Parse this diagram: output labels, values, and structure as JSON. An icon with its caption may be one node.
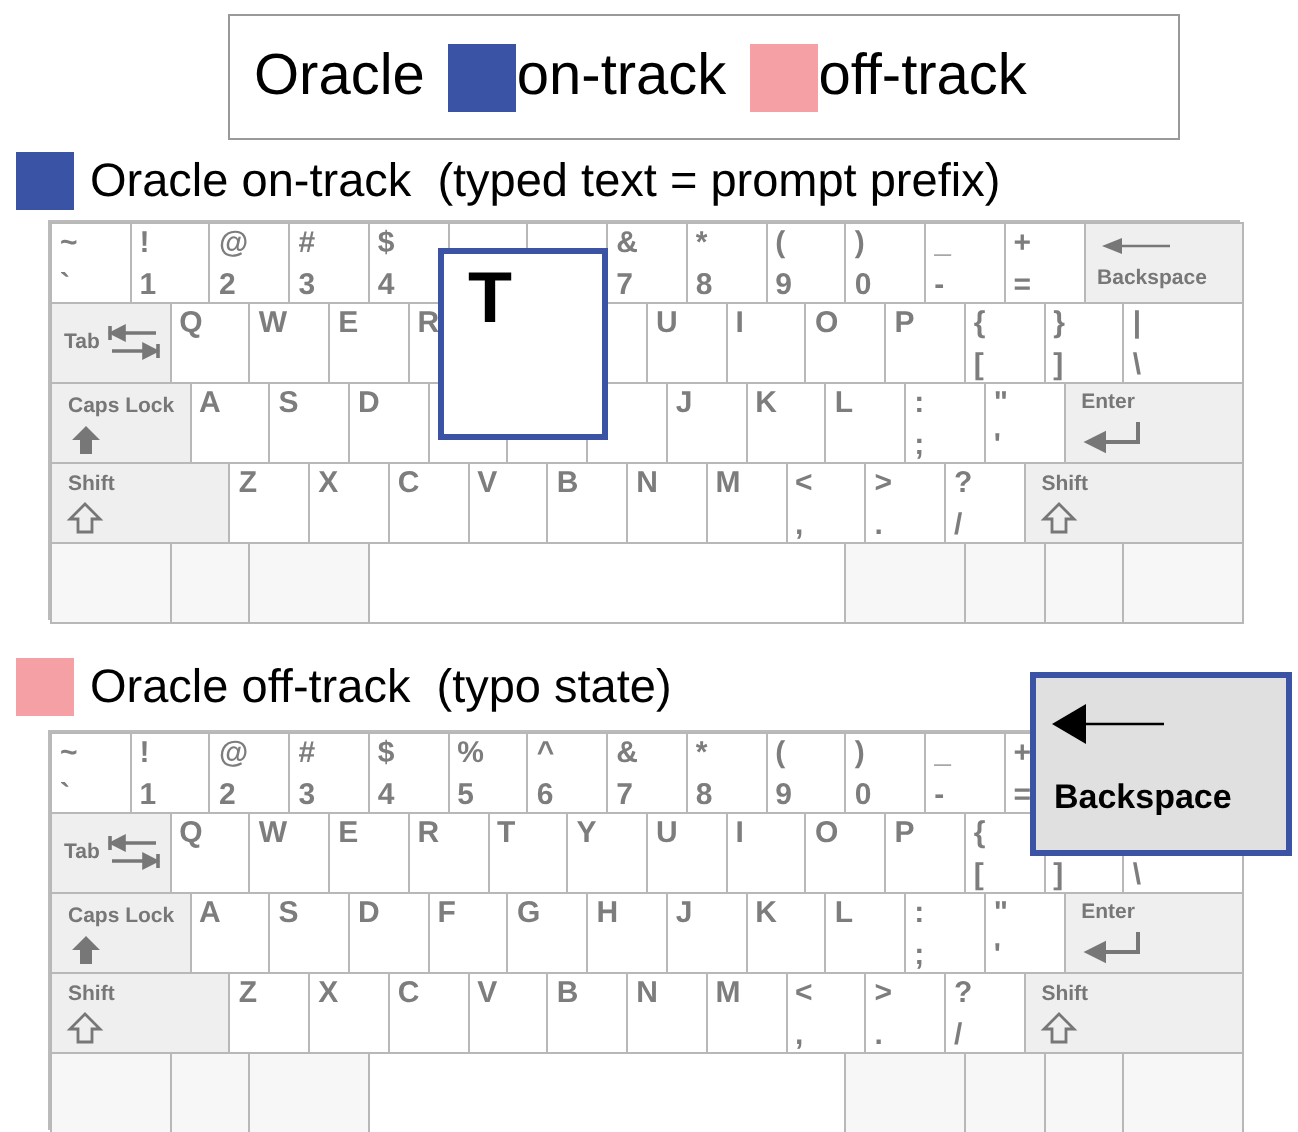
{
  "diagram": {
    "nodes": [
      {
        "text": [],
        "shape": "box"
      },
      {
        "text": [
          "~",
          "`"
        ],
        "in": 0
      },
      {
        "text": [
          "!",
          "1"
        ],
        "in": 0
      },
      {
        "text": [
          "@",
          "2"
        ],
        "in": 0
      },
      {
        "text": [
          "#",
          "3"
        ],
        "in": 0
      },
      {
        "text": [
          "$",
          "4"
        ],
        "in": 0
      },
      {
        "text": [
          "&",
          "7"
        ],
        "in": 0
      },
      {
        "text": [
          "*",
          "8"
        ],
        "in": 0
      },
      {
        "text": [
          "(",
          "9"
        ],
        "in": 0
      },
      {
        "text": [
          ")",
          "0"
        ],
        "in": 0
      },
      {
        "text": [
          "_",
          "-"
        ],
        "in": 0
      },
      {
        "text": [
          "+",
          "="
        ],
        "in": 0
      },
      {
        "text": [
          "Backspace"
        ],
        "in": 0
      },
      {
        "text": [
          "Tab"
        ],
        "in": 0
      },
      {
        "text": [
          "Q"
        ],
        "in": 0
      },
      {
        "text": [
          "W"
        ],
        "in": 0
      },
      {
        "text": [
          "E"
        ],
        "in": 0
      },
      {
        "text": [
          "R"
        ],
        "in": 0
      },
      {
        "text": [
          "U"
        ],
        "in": 0
      },
      {
        "text": [
          "I"
        ],
        "in": 0
      },
      {
        "text": [
          "O"
        ],
        "in": 0
      },
      {
        "text": [
          "P"
        ],
        "in": 0
      },
      {
        "text": [
          "{",
          "["
        ],
        "in": 0
      },
      {
        "text": [
          "}",
          "]"
        ],
        "in": 0
      },
      {
        "text": [
          "|",
          "\\"
        ],
        "in": 0
      },
      {
        "text": [
          "Caps Lock"
        ],
        "in": 0
      },
      {
        "text": [
          "A"
        ],
        "in": 0
      },
      {
        "text": [
          "S"
        ],
        "in": 0
      },
      {
        "text": [
          "D"
        ],
        "in": 0
      },
      {
        "text": [
          "J"
        ],
        "in": 0
      },
      {
        "text": [
          "K"
        ],
        "in": 0
      },
      {
        "text": [
          "L"
        ],
        "in": 0
      },
      {
        "text": [
          ":",
          ";"
        ],
        "in": 0
      },
      {
        "text": [
          "\"",
          "'"
        ],
        "in": 0
      },
      {
        "text": [
          "Enter"
        ],
        "in": 0
      },
      {
        "text": [
          "Shift"
        ],
        "in": 0
      },
      {
        "text": [
          "Z"
        ],
        "in": 0
      },
      {
        "text": [
          "X"
        ],
        "in": 0
      },
      {
        "text": [
          "C"
        ],
        "in": 0
      },
      {
        "text": [
          "V"
        ],
        "in": 0
      },
      {
        "text": [
          "B"
        ],
        "in": 0
      },
      {
        "text": [
          "N"
        ],
        "in": 0
      },
      {
        "text": [
          "M"
        ],
        "in": 0
      },
      {
        "text": [
          "<",
          ","
        ],
        "in": 0
      },
      {
        "text": [
          ">",
          "."
        ],
        "in": 0
      },
      {
        "text": [
          "?",
          "/"
        ],
        "in": 0
      },
      {
        "text": [
          "Shift"
        ],
        "in": 0
      },
      {
        "text": [],
        "shape": "box",
        "in": 0
      },
      {
        "text": [],
        "shape": "box",
        "in": 0
      },
      {
        "text": [],
        "shape": "box",
        "in": 0
      },
      {
        "text": [],
        "shape": "box",
        "in": 0
      },
      {
        "text": [],
        "shape": "box",
        "in": 0
      },
      {
        "text": [],
        "shape": "box",
        "in": 0
      },
      {
        "text": [],
        "shape": "box",
        "in": 0
      },
      {
        "text": [],
        "shape": "box",
        "in": 0
      },
      {
        "text": [
          "T"
        ],
        "in": 0
      },
      {
        "text": [],
        "shape": "box"
      },
      {
        "text": [
          "~",
          "`"
        ],
        "in": 56
      },
      {
        "text": [
          "!",
          "1"
        ],
        "in": 56
      },
      {
        "text": [
          "@",
          "2"
        ],
        "in": 56
      },
      {
        "text": [
          "#",
          "3"
        ],
        "in": 56
      },
      {
        "text": [
          "$",
          "4"
        ],
        "in": 56
      },
      {
        "text": [
          "%",
          "5"
        ],
        "in": 56
      },
      {
        "text": [
          "^",
          "6"
        ],
        "in": 56
      },
      {
        "text": [
          "&",
          "7"
        ],
        "in": 56
      },
      {
        "text": [
          "*",
          "8"
        ],
        "in": 56
      },
      {
        "text": [
          "(",
          "9"
        ],
        "in": 56
      },
      {
        "text": [
          ")",
          "0"
        ],
        "in": 56
      },
      {
        "text": [
          "_",
          "-"
        ],
        "in": 56
      },
      {
        "text": [
          "+",
          "="
        ],
        "in": 56
      },
      {
        "text": [
          "Tab"
        ],
        "in": 56
      },
      {
        "text": [
          "Q"
        ],
        "in": 56
      },
      {
        "text": [
          "W"
        ],
        "in": 56
      },
      {
        "text": [
          "E"
        ],
        "in": 56
      },
      {
        "text": [
          "R"
        ],
        "in": 56
      },
      {
        "text": [
          "T"
        ],
        "in": 56
      },
      {
        "text": [
          "Y"
        ],
        "in": 56
      },
      {
        "text": [
          "U"
        ],
        "in": 56
      },
      {
        "text": [
          "I"
        ],
        "in": 56
      },
      {
        "text": [
          "O"
        ],
        "in": 56
      },
      {
        "text": [
          "P"
        ],
        "in": 56
      },
      {
        "text": [
          "{",
          "["
        ],
        "in": 56
      },
      {
        "text": [
          "]"
        ],
        "in": 56
      },
      {
        "text": [
          "\\"
        ],
        "in": 56
      },
      {
        "text": [
          "Caps Lock"
        ],
        "in": 56
      },
      {
        "text": [
          "A"
        ],
        "in": 56
      },
      {
        "text": [
          "S"
        ],
        "in": 56
      },
      {
        "text": [
          "D"
        ],
        "in": 56
      },
      {
        "text": [
          "F"
        ],
        "in": 56
      },
      {
        "text": [
          "G"
        ],
        "in": 56
      },
      {
        "text": [
          "H"
        ],
        "in": 56
      },
      {
        "text": [
          "J"
        ],
        "in": 56
      },
      {
        "text": [
          "K"
        ],
        "in": 56
      },
      {
        "text": [
          "L"
        ],
        "in": 56
      },
      {
        "text": [
          ":",
          ";"
        ],
        "in": 56
      },
      {
        "text": [
          "\"",
          "'"
        ],
        "in": 56
      },
      {
        "text": [
          "Enter"
        ],
        "in": 56
      },
      {
        "text": [
          "Shift"
        ],
        "in": 56
      },
      {
        "text": [
          "Z"
        ],
        "in": 56
      },
      {
        "text": [
          "X"
        ],
        "in": 56
      },
      {
        "text": [
          "C"
        ],
        "in": 56
      },
      {
        "text": [
          "V"
        ],
        "in": 56
      },
      {
        "text": [
          "B"
        ],
        "in": 56
      },
      {
        "text": [
          "N"
        ],
        "in": 56
      },
      {
        "text": [
          "M"
        ],
        "in": 56
      },
      {
        "text": [
          "<",
          ","
        ],
        "in": 56
      },
      {
        "text": [
          ">",
          "."
        ],
        "in": 56
      },
      {
        "text": [
          "?",
          "/"
        ],
        "in": 56
      },
      {
        "text": [
          "Shift"
        ],
        "in": 56
      },
      {
        "text": [],
        "shape": "box",
        "in": 56
      },
      {
        "text": [],
        "shape": "box",
        "in": 56
      },
      {
        "text": [],
        "shape": "box",
        "in": 56
      },
      {
        "text": [],
        "shape": "box",
        "in": 56
      },
      {
        "text": [],
        "shape": "box",
        "in": 56
      },
      {
        "text": [],
        "shape": "box",
        "in": 56
      },
      {
        "text": [],
        "shape": "box",
        "in": 56
      },
      {
        "text": [],
        "shape": "box",
        "in": 56
      },
      {
        "text": [
          "Backspace"
        ]
      }
    ],
    "labels": [
      "Oracle",
      "Oracle on-track  (typed text = prompt prefix)",
      "Oracle off-track  (typo state)"
    ],
    "legend": [
      {
        "text": "on-track",
        "color": "#3a53a4"
      },
      {
        "text": "off-track",
        "color": "#f4a0a4"
      }
    ]
  }
}
